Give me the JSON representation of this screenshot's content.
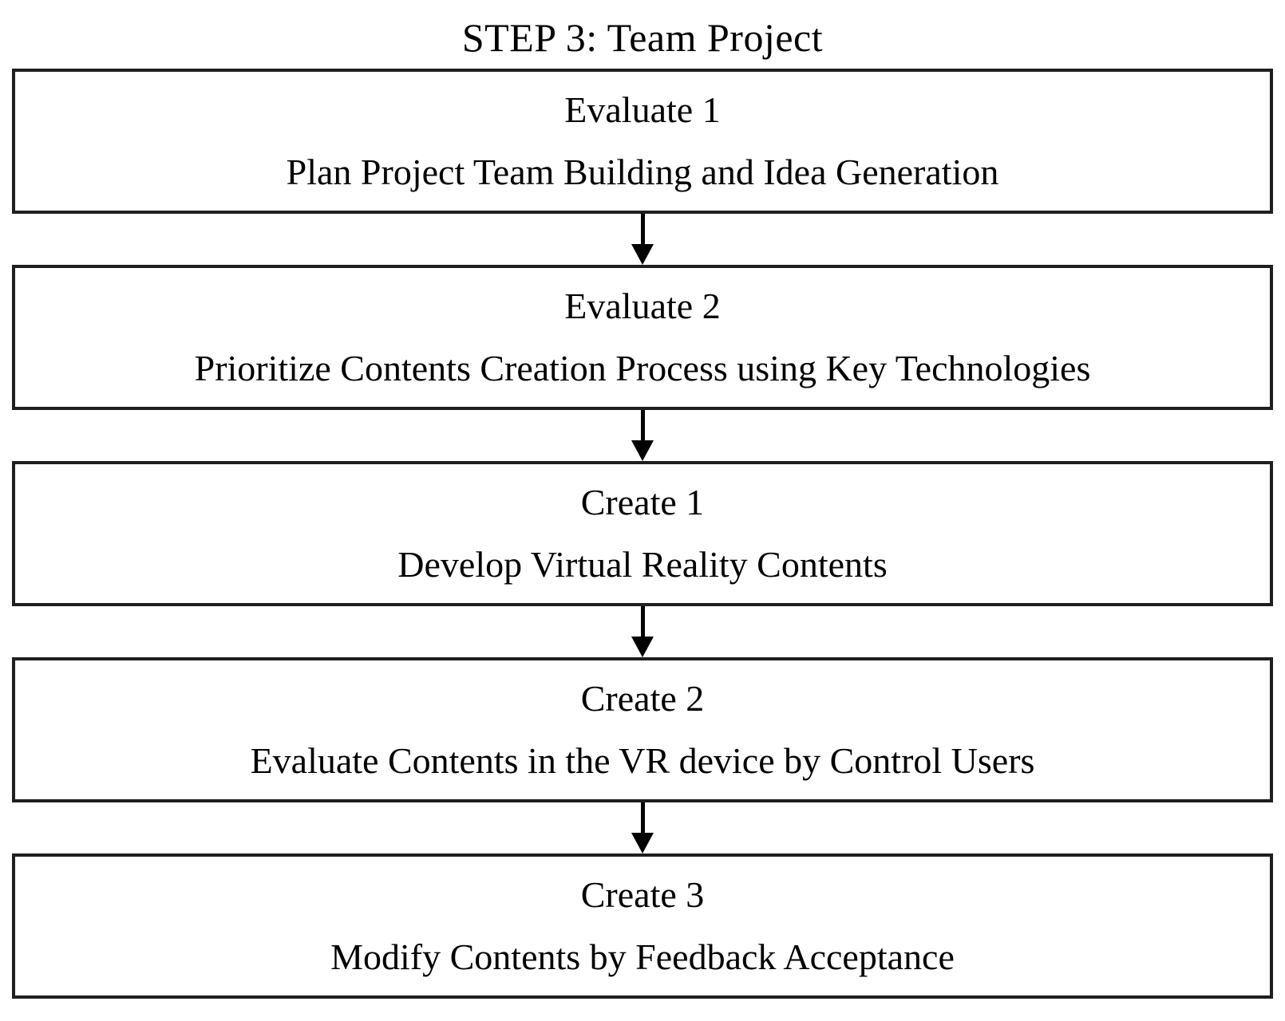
{
  "diagram": {
    "title": "STEP 3: Team Project",
    "steps": [
      {
        "label": "Evaluate 1",
        "description": "Plan Project Team Building and Idea Generation"
      },
      {
        "label": "Evaluate 2",
        "description": "Prioritize Contents Creation Process using Key Technologies"
      },
      {
        "label": "Create 1",
        "description": "Develop Virtual Reality Contents"
      },
      {
        "label": "Create 2",
        "description": "Evaluate Contents in the VR device by Control Users"
      },
      {
        "label": "Create 3",
        "description": "Modify Contents by Feedback Acceptance"
      }
    ],
    "colors": {
      "background": "#ffffff",
      "box_border": "#1f1f1f",
      "text": "#000000",
      "arrow": "#000000"
    }
  }
}
